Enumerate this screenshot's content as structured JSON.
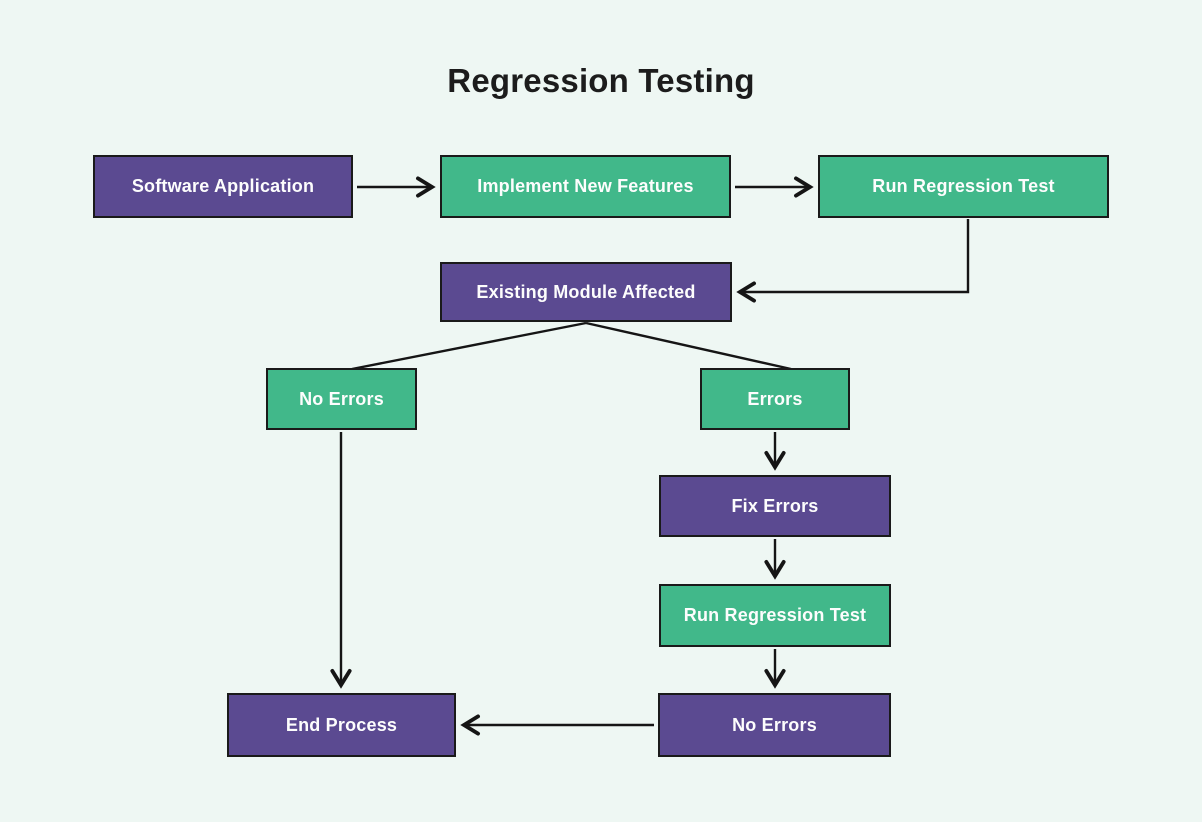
{
  "title": "Regression Testing",
  "colors": {
    "background": "#eef7f3",
    "node_purple": "#5b4a91",
    "node_green": "#41b88a",
    "node_border": "#1a1a1a",
    "node_text": "#fdfdfd",
    "connector": "#151515",
    "title_text": "#1c1c1c"
  },
  "nodes": [
    {
      "id": "software-application",
      "label": "Software Application",
      "color": "purple"
    },
    {
      "id": "implement-new-features",
      "label": "Implement New Features",
      "color": "green"
    },
    {
      "id": "run-regression-test-1",
      "label": "Run Regression Test",
      "color": "green"
    },
    {
      "id": "existing-module-affected",
      "label": "Existing Module Affected",
      "color": "purple"
    },
    {
      "id": "no-errors-branch",
      "label": "No Errors",
      "color": "green"
    },
    {
      "id": "errors-branch",
      "label": "Errors",
      "color": "green"
    },
    {
      "id": "fix-errors",
      "label": "Fix Errors",
      "color": "purple"
    },
    {
      "id": "run-regression-test-2",
      "label": "Run Regression Test",
      "color": "green"
    },
    {
      "id": "no-errors-final",
      "label": "No Errors",
      "color": "purple"
    },
    {
      "id": "end-process",
      "label": "End Process",
      "color": "purple"
    }
  ]
}
